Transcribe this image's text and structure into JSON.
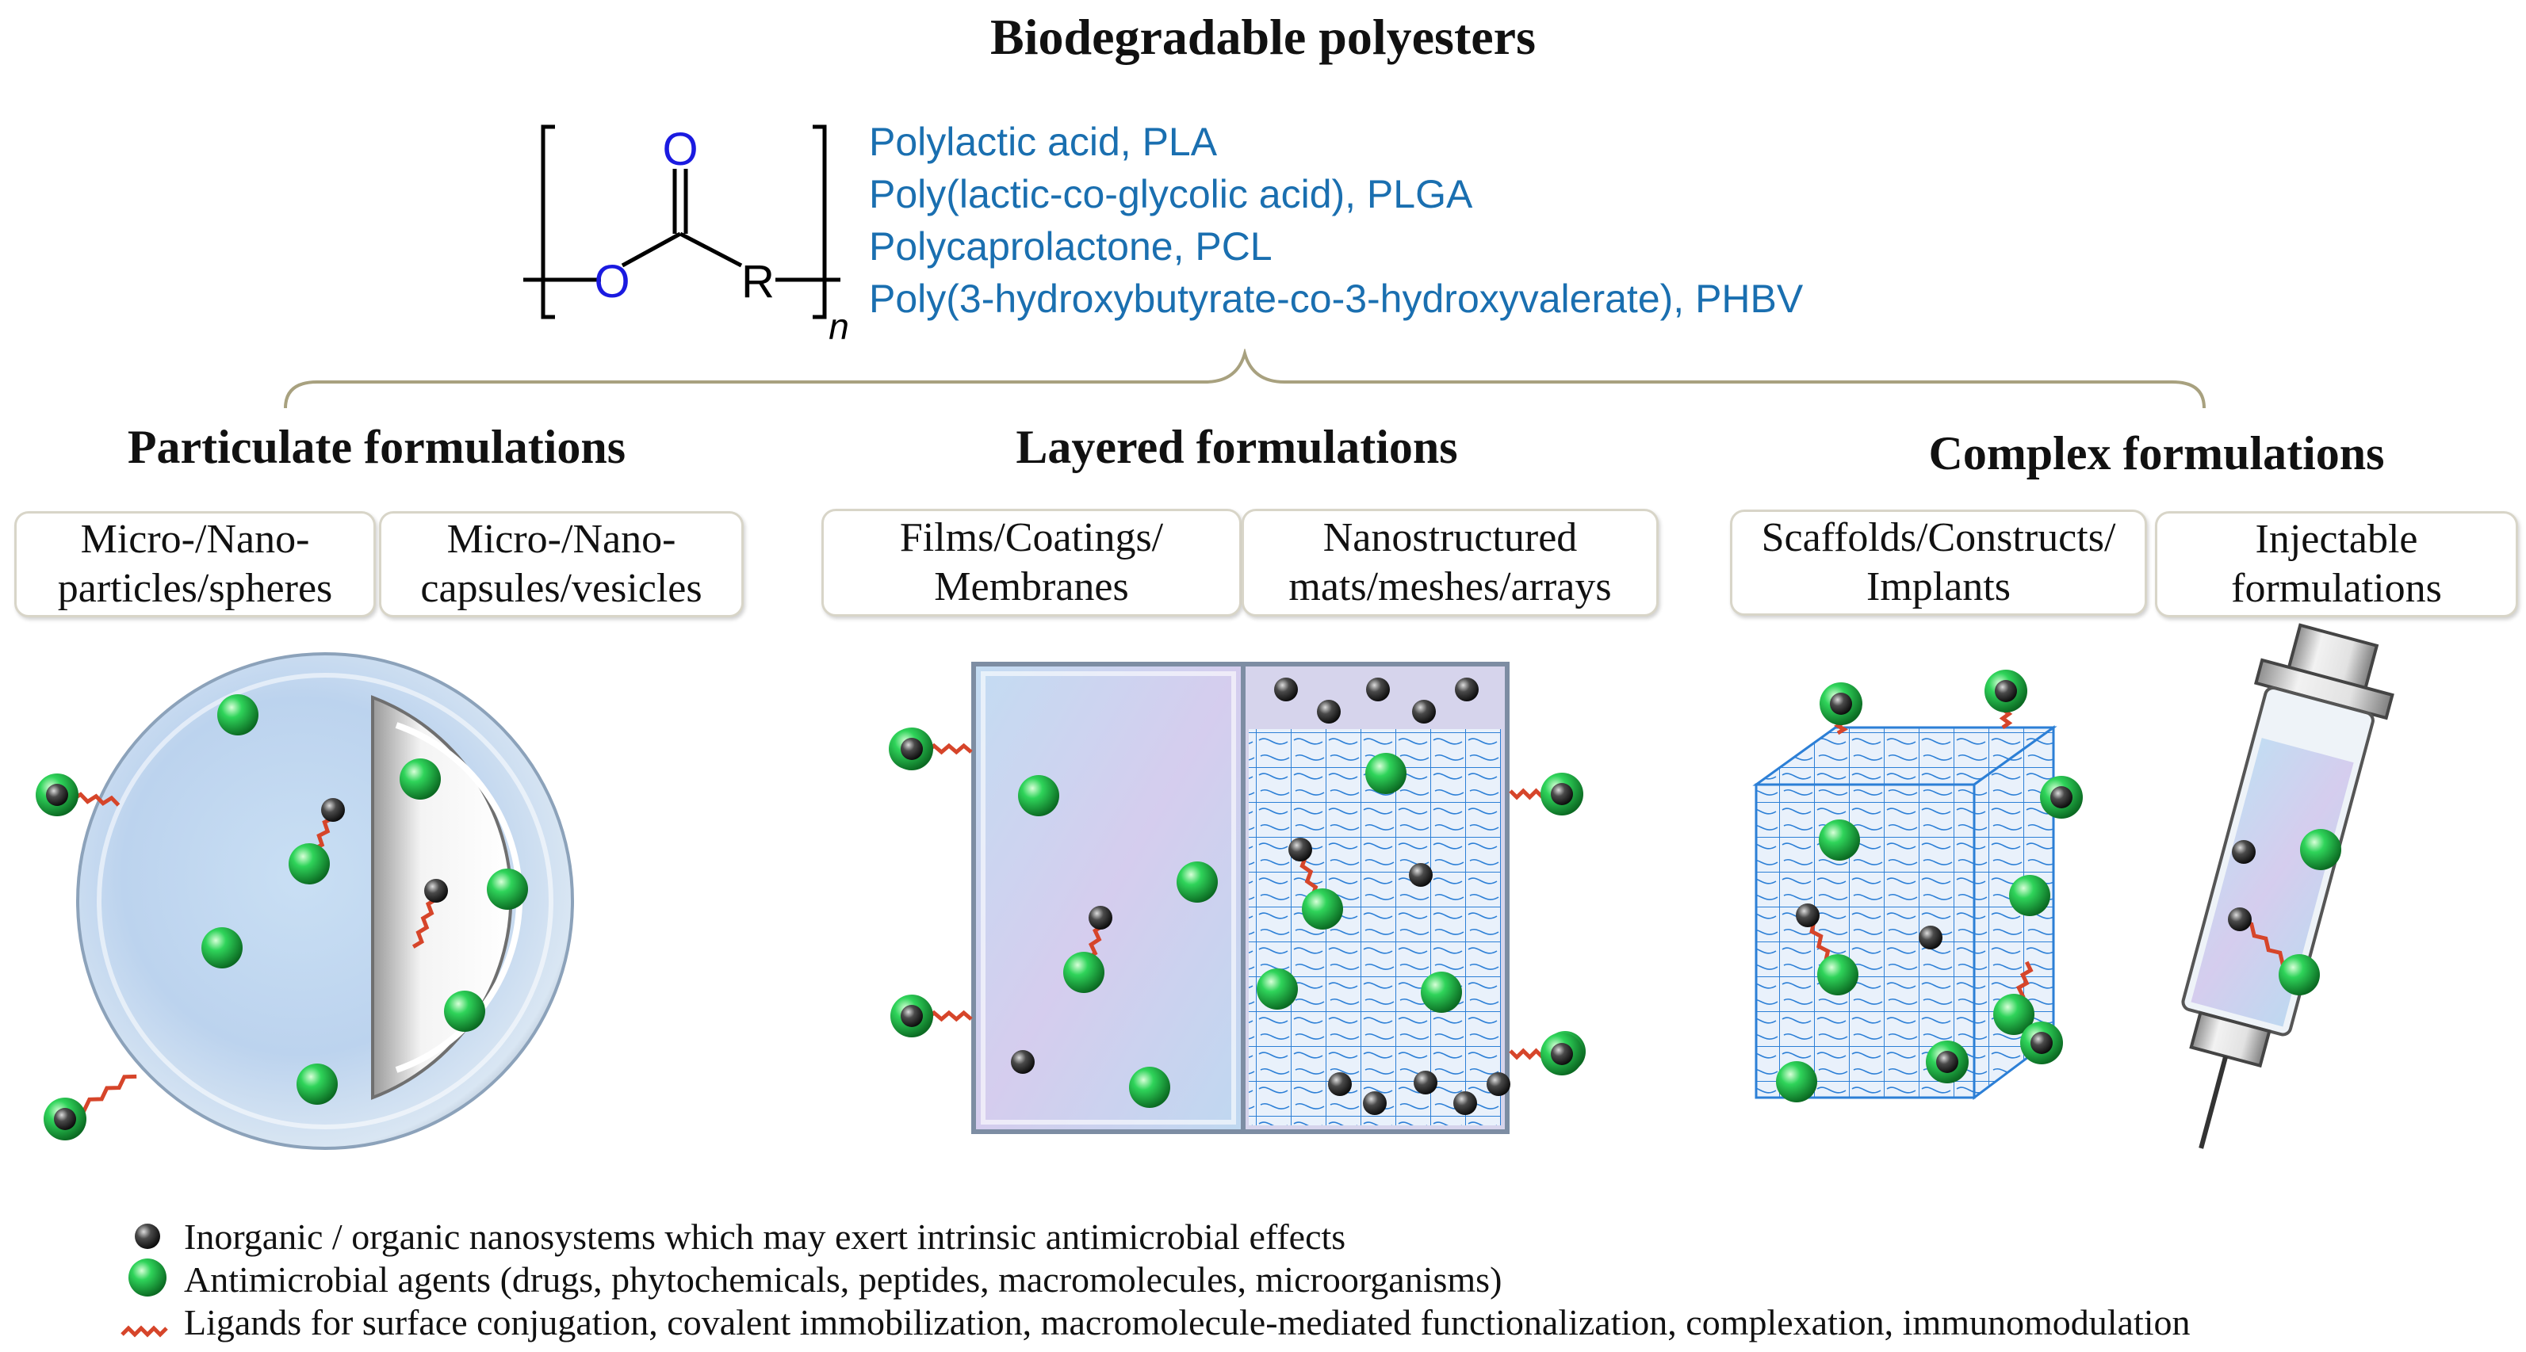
{
  "title": "Biodegradable polyesters",
  "structure": {
    "o_carbonyl": "O",
    "o_ester": "O",
    "r_group": "R",
    "n_subscript": "n"
  },
  "polymers": [
    "Polylactic acid, PLA",
    "Poly(lactic-co-glycolic acid), PLGA",
    "Polycaprolactone, PCL",
    "Poly(3-hydroxybutyrate-co-3-hydroxyvalerate), PHBV"
  ],
  "sections": [
    {
      "title": "Particulate formulations",
      "boxes": [
        [
          "Micro-/Nano-",
          "particles/spheres"
        ],
        [
          "Micro-/Nano-",
          "capsules/vesicles"
        ]
      ]
    },
    {
      "title": "Layered formulations",
      "boxes": [
        [
          "Films/Coatings/",
          "Membranes"
        ],
        [
          "Nanostructured",
          "mats/meshes/arrays"
        ]
      ]
    },
    {
      "title": "Complex formulations",
      "boxes": [
        [
          "Scaffolds/Constructs/",
          "Implants"
        ],
        [
          "Injectable",
          "formulations"
        ]
      ]
    }
  ],
  "legend": [
    {
      "icon": "black-nanoparticle-icon",
      "text": "Inorganic / organic nanosystems which may exert intrinsic antimicrobial effects"
    },
    {
      "icon": "green-sphere-icon",
      "text": "Antimicrobial agents (drugs, phytochemicals, peptides, macromolecules, microorganisms)"
    },
    {
      "icon": "red-zigzag-icon",
      "text": "Ligands for surface conjugation, covalent immobilization, macromolecule-mediated functionalization, complexation, immunomodulation"
    }
  ],
  "colors": {
    "polymer_text": "#1a6fb0",
    "structure_heteroatom": "#1a1ae0",
    "ligand": "#d6452a",
    "agent": "#1aa83c",
    "nanosystem": "#2a2a2a",
    "mesh": "#2c7fd6"
  }
}
